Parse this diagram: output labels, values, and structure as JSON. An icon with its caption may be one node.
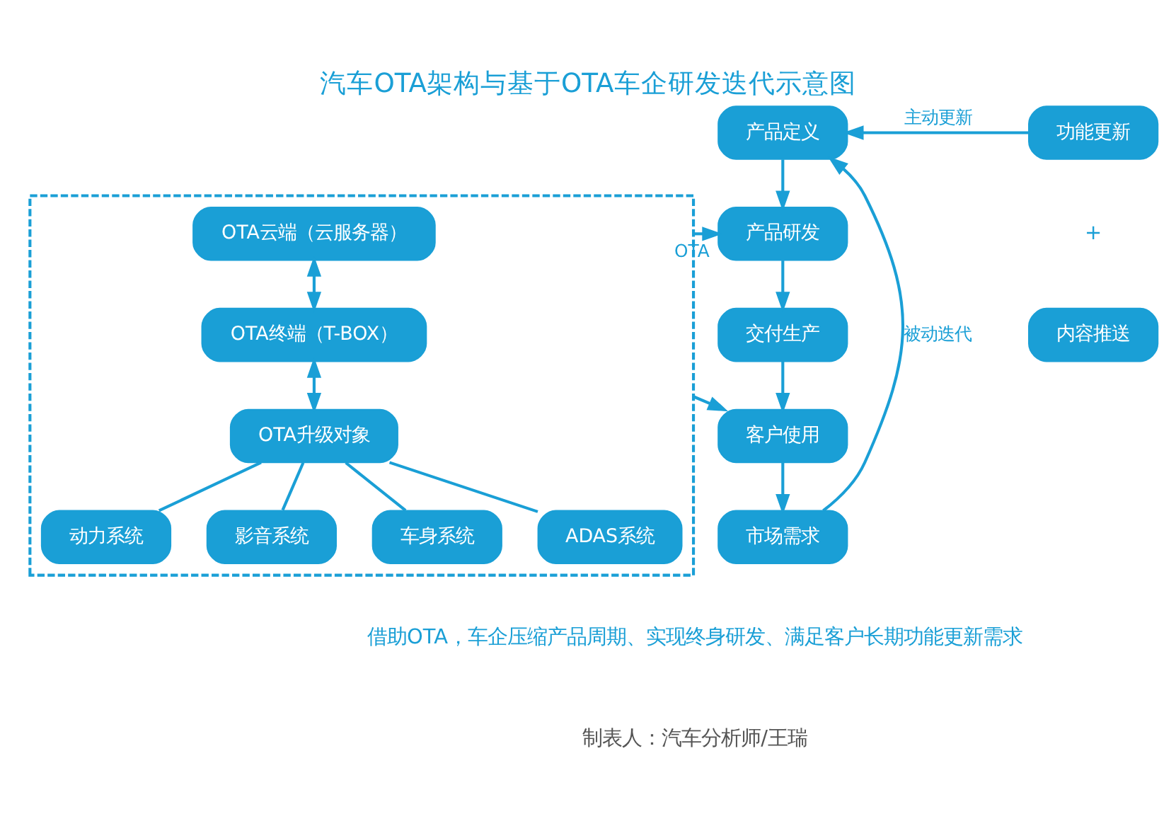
{
  "diagram": {
    "title": "汽车OTA架构与基于OTA车企研发迭代示意图",
    "nodes": [
      {
        "text": [],
        "shape": "box"
      },
      {
        "text": [
          "OTA云端（云服务器）"
        ],
        "in": 0
      },
      {
        "text": [
          "OTA终端（T-BOX）"
        ],
        "in": 0
      },
      {
        "text": [
          "OTA升级对象"
        ],
        "in": 0
      },
      {
        "text": [
          "动力系统"
        ],
        "in": 0
      },
      {
        "text": [
          "影音系统"
        ],
        "in": 0
      },
      {
        "text": [
          "车身系统"
        ],
        "in": 0
      },
      {
        "text": [
          "ADAS系统"
        ],
        "in": 0
      },
      {
        "text": [
          "产品定义"
        ]
      },
      {
        "text": [
          "产品研发"
        ]
      },
      {
        "text": [
          "交付生产"
        ]
      },
      {
        "text": [
          "客户使用"
        ]
      },
      {
        "text": [
          "市场需求"
        ]
      },
      {
        "text": [
          "功能更新"
        ]
      },
      {
        "text": [
          "内容推送"
        ]
      }
    ],
    "edges": [
      {
        "from": 1,
        "to": 2,
        "arrow": "both"
      },
      {
        "from": 2,
        "to": 3,
        "arrow": "both"
      },
      {
        "from": 3,
        "to": 4,
        "arrow": "none"
      },
      {
        "from": 3,
        "to": 5,
        "arrow": "none"
      },
      {
        "from": 3,
        "to": 6,
        "arrow": "none"
      },
      {
        "from": 3,
        "to": 7,
        "arrow": "none"
      },
      {
        "from": 0,
        "to": 9,
        "arrow": "to",
        "label": "OTA"
      },
      {
        "from": 0,
        "to": 11,
        "arrow": "to"
      },
      {
        "from": 8,
        "to": 9,
        "arrow": "to"
      },
      {
        "from": 9,
        "to": 10,
        "arrow": "to"
      },
      {
        "from": 10,
        "to": 11,
        "arrow": "to"
      },
      {
        "from": 11,
        "to": 12,
        "arrow": "to"
      },
      {
        "from": 12,
        "to": 8,
        "arrow": "to",
        "label": "被动迭代"
      },
      {
        "from": 13,
        "to": 8,
        "arrow": "to",
        "label": "主动更新"
      }
    ],
    "labels": [
      "+",
      "借助OTA，车企压缩产品周期、实现终身研发、满足客户长期功能更新需求",
      "制表人：汽车分析师/王瑞"
    ]
  }
}
